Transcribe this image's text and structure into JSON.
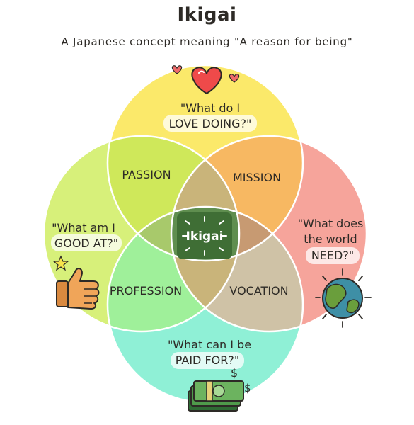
{
  "header": {
    "title": "Ikigai",
    "subtitle": "A Japanese concept meaning \"A reason for being\""
  },
  "circles": {
    "love": {
      "line1": "\"What do I",
      "line2": "LOVE DOING?\"",
      "color": "#fbe96a"
    },
    "good": {
      "line1": "\"What am I",
      "line2": "GOOD AT?\"",
      "color": "#d7f07a"
    },
    "world": {
      "line1": "\"What does",
      "line2": "the world",
      "line3": "NEED?\"",
      "color": "#f6a49b"
    },
    "paid": {
      "line1": "\"What can I be",
      "line2": "PAID FOR?\"",
      "color": "#8ff0d6"
    }
  },
  "overlaps": {
    "passion": "PASSION",
    "mission": "MISSION",
    "profession": "PROFESSION",
    "vocation": "VOCATION",
    "center": "Ikigai"
  },
  "icons": {
    "love": "heart-icon",
    "good": "thumbs-up-icon",
    "world": "globe-icon",
    "paid": "money-icon"
  },
  "money_glyph": "$"
}
